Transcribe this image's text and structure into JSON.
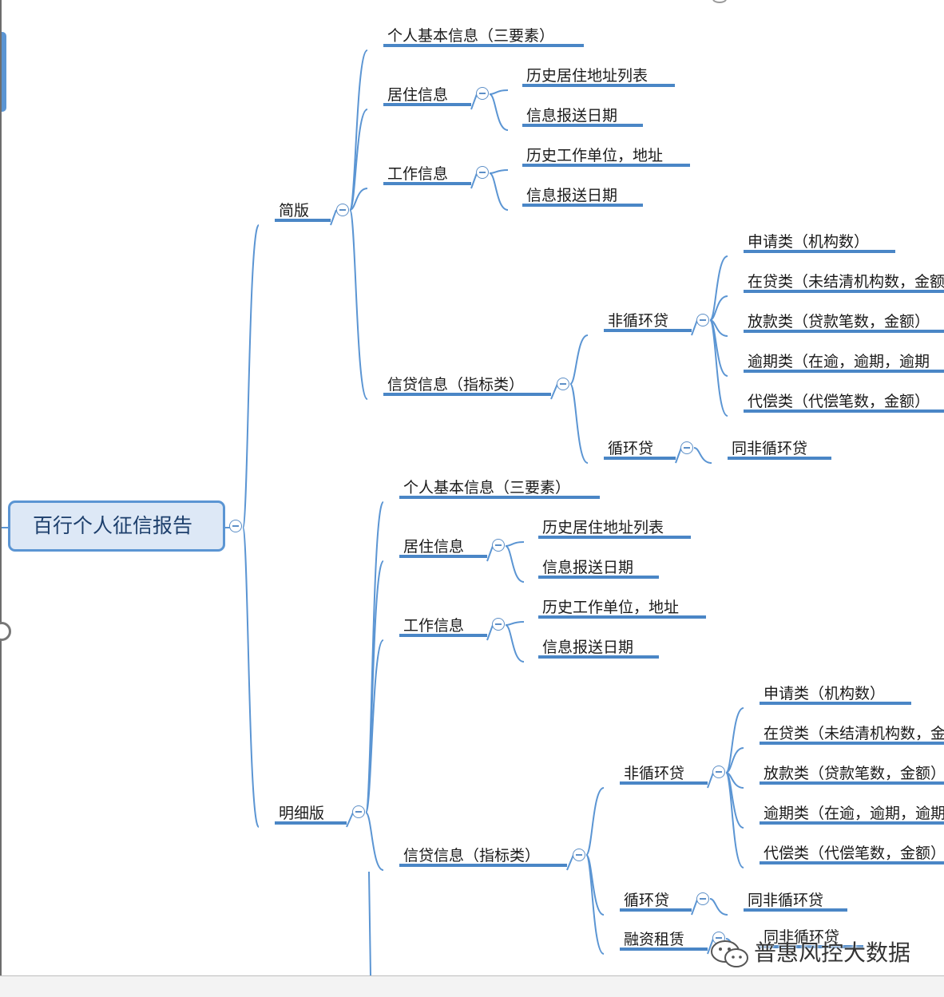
{
  "root": {
    "label": "百行个人征信报告"
  },
  "branches": [
    {
      "label": "简版",
      "children": [
        {
          "label": "个人基本信息（三要素）"
        },
        {
          "label": "居住信息",
          "children": [
            "历史居住地址列表",
            "信息报送日期"
          ]
        },
        {
          "label": "工作信息",
          "children": [
            "历史工作单位，地址",
            "信息报送日期"
          ]
        },
        {
          "label": "信贷信息（指标类）",
          "children": [
            {
              "label": "非循环贷",
              "children": [
                "申请类（机构数）",
                "在贷类（未结清机构数，金额",
                "放款类（贷款笔数，金额）",
                "逾期类（在逾，逾期，逾期",
                "代偿类（代偿笔数，金额）"
              ]
            },
            {
              "label": "循环贷",
              "children": [
                "同非循环贷"
              ]
            }
          ]
        }
      ]
    },
    {
      "label": "明细版",
      "children": [
        {
          "label": "个人基本信息（三要素）"
        },
        {
          "label": "居住信息",
          "children": [
            "历史居住地址列表",
            "信息报送日期"
          ]
        },
        {
          "label": "工作信息",
          "children": [
            "历史工作单位，地址",
            "信息报送日期"
          ]
        },
        {
          "label": "信贷信息（指标类）",
          "children": [
            {
              "label": "非循环贷",
              "children": [
                "申请类（机构数）",
                "在贷类（未结清机构数，金",
                "放款类（贷款笔数，金额）",
                "逾期类（在逾，逾期，逾期",
                "代偿类（代偿笔数，金额）"
              ]
            },
            {
              "label": "循环贷",
              "children": [
                "同非循环贷"
              ]
            },
            {
              "label": "融资租赁",
              "children": [
                "同非循环贷"
              ]
            }
          ]
        }
      ]
    }
  ],
  "watermark": {
    "text": "普惠风控大数据",
    "icon": "wechat-icon"
  },
  "colors": {
    "line": "#4a86c6",
    "connector": "#5b95d3",
    "root_fill": "#dde8f6",
    "root_border": "#5b95d3"
  }
}
